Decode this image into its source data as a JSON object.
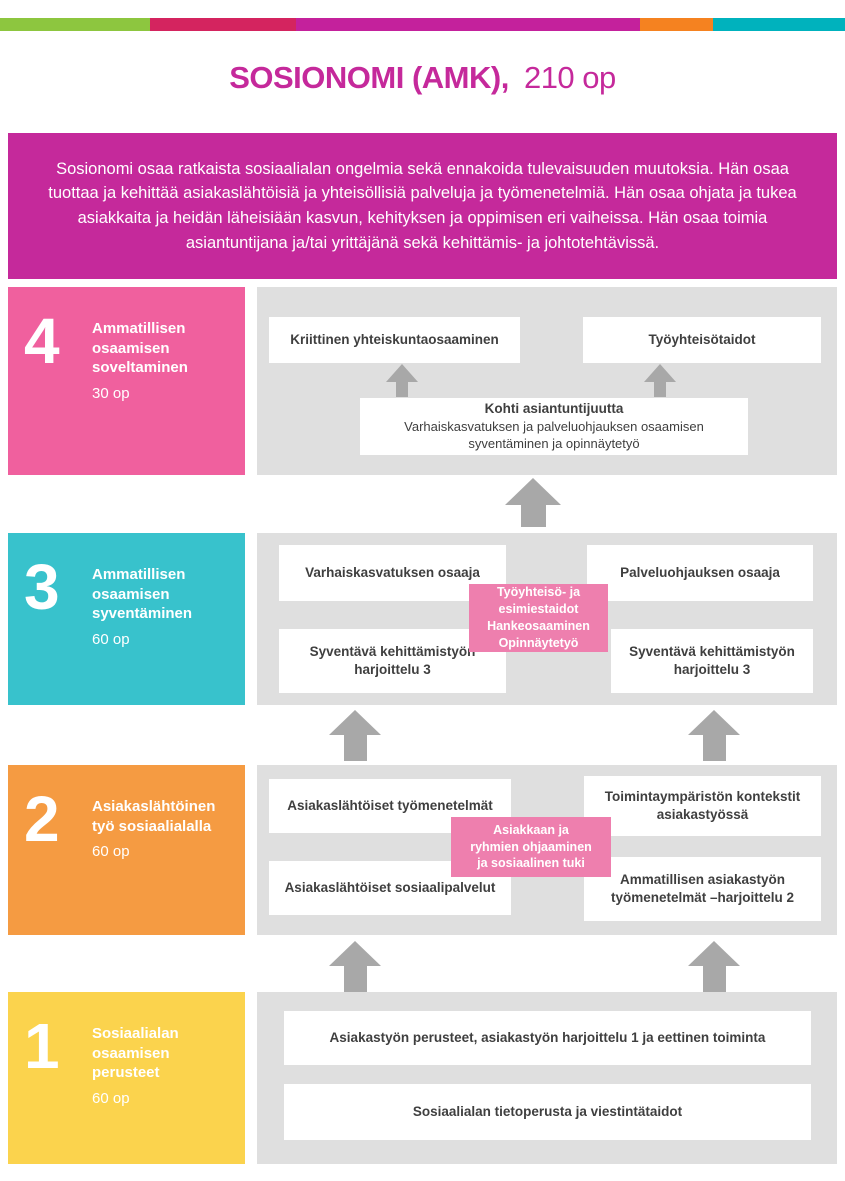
{
  "stripe": {
    "colors": [
      "#8dc63f",
      "#d4245f",
      "#c4219c",
      "#f58220",
      "#00b2bd"
    ]
  },
  "header": {
    "title_bold": "SOSIONOMI (AMK),",
    "title_light": "210 op"
  },
  "colors": {
    "title": "#c5299b",
    "intro_bg": "#c5299b",
    "panel_gray": "#dfdfdf",
    "arrow_gray": "#a8a8a8",
    "accent_pink": "#ee7fae",
    "box_text": "#3f3f3f"
  },
  "intro": {
    "text": "Sosionomi osaa ratkaista sosiaalialan ongelmia sekä ennakoida tulevaisuuden muutoksia. Hän osaa tuottaa ja kehittää asiakaslähtöisiä ja yhteisöllisiä palveluja ja työmenetelmiä. Hän osaa ohjata ja tukea asiakkaita ja heidän läheisiään kasvun, kehityksen ja oppimisen eri vaiheissa. Hän osaa toimia asiantuntijana ja/tai yrittäjänä sekä kehittämis- ja johtotehtävissä."
  },
  "levels": [
    {
      "number": "4",
      "title": "Ammatillisen osaamisen soveltaminen",
      "credits": "30 op",
      "color": "#f0609e"
    },
    {
      "number": "3",
      "title": "Ammatillisen osaamisen syventäminen",
      "credits": "60 op",
      "color": "#38c2cc"
    },
    {
      "number": "2",
      "title": "Asiakaslähtöinen työ sosiaalialalla",
      "credits": "60 op",
      "color": "#f59b42"
    },
    {
      "number": "1",
      "title": "Sosiaalialan osaamisen perusteet",
      "credits": "60 op",
      "color": "#fbd34d"
    }
  ],
  "section4": {
    "box_left": "Kriittinen yhteiskuntaosaaminen",
    "box_right": "Työyhteisötaidot",
    "kohti_title": "Kohti asiantuntijuutta",
    "kohti_sub": "Varhaiskasvatuksen ja palveluohjauksen osaamisen syventäminen ja opinnäytetyö"
  },
  "section3": {
    "box_top_left": "Varhaiskasvatuksen osaaja",
    "box_top_right": "Palveluohjauksen osaaja",
    "pink_lines": [
      "Työyhteisö- ja",
      "esimiestaidot",
      "Hankeosaaminen",
      "Opinnäytetyö"
    ],
    "box_bottom_left": "Syventävä kehittämistyön harjoittelu 3",
    "box_bottom_right": "Syventävä kehittämistyön harjoittelu 3"
  },
  "section2": {
    "box_top_left": "Asiakaslähtöiset työmenetelmät",
    "box_top_right": "Toimintaympäristön kontekstit asiakastyössä",
    "pink_lines": [
      "Asiakkaan ja",
      "ryhmien ohjaaminen",
      "ja sosiaalinen tuki"
    ],
    "box_bottom_left": "Asiakaslähtöiset sosiaalipalvelut",
    "box_bottom_right": "Ammatillisen asiakastyön työmenetelmät –harjoittelu 2"
  },
  "section1": {
    "box_top": "Asiakastyön perusteet, asiakastyön harjoittelu 1 ja eettinen toiminta",
    "box_bottom": "Sosiaalialan tietoperusta ja viestintätaidot"
  }
}
